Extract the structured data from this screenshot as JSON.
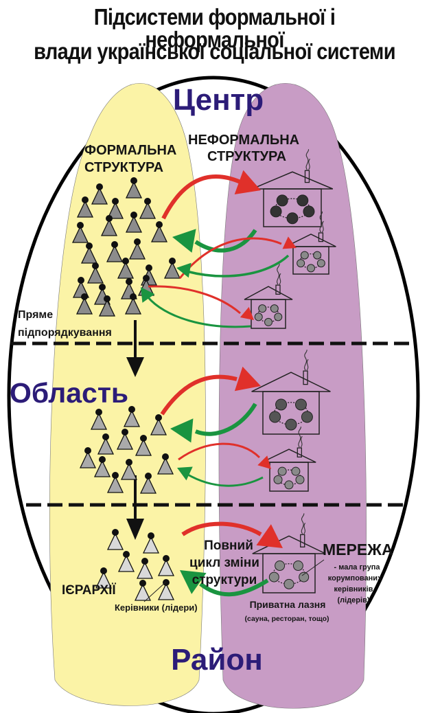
{
  "title": {
    "line1": "Підсистеми формальної і неформальної",
    "line2": "влади української соціальної системи"
  },
  "levels": {
    "center": "Центр",
    "oblast": "Область",
    "rayon": "Район"
  },
  "labels": {
    "formal_line1": "ФОРМАЛЬНА",
    "formal_line2": "СТРУКТУРА",
    "informal_line1": "НЕФОРМАЛЬНА",
    "informal_line2": "СТРУКТУРА",
    "direct_line1": "Пряме",
    "direct_line2": "підпорядкування",
    "cycle_line1": "Повний",
    "cycle_line2": "цикл зміни",
    "cycle_line3": "структури",
    "network_title": "МЕРЕЖА",
    "network_line1": "- мала група",
    "network_line2": "корумпованих",
    "network_line3": "керівників",
    "network_line4": "(лідерів)",
    "bath_line1": "Приватна лазня",
    "bath_line2": "(сауна, ресторан, тощо)",
    "hierarchy": "ІЄРАРХІЇ",
    "leaders": "Керівники (лідери)"
  },
  "colors": {
    "formal_fill": "#fbf3a6",
    "informal_fill": "#c89cc5",
    "level_text": "#2c1c78",
    "red_arrow": "#e0302a",
    "green_arrow": "#1a9440",
    "figure_dark": "#8c8c8c",
    "figure_mid": "#aaaaaa",
    "figure_light": "#d9d9d9"
  }
}
